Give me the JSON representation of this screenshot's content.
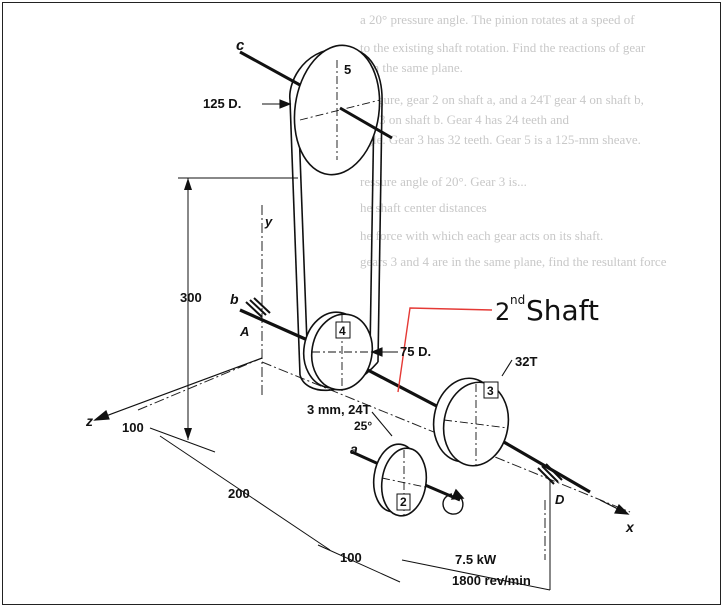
{
  "figure": {
    "labels": {
      "pulley_top_diameter": "125 D.",
      "pulley_bottom_diameter": "75 D.",
      "gear_4_spec": "3 mm, 24T",
      "pressure_angle": "25°",
      "gear_3_teeth": "32T",
      "gear_5": "5",
      "gear_4": "4",
      "gear_3": "3",
      "gear_2": "2",
      "axis_y": "y",
      "axis_z": "z",
      "axis_x": "x",
      "shaft_a": "a",
      "shaft_b": "b",
      "shaft_c": "c",
      "bearing_a": "A",
      "bearing_d": "D",
      "dim_height": "300",
      "dim_z": "100",
      "dim_200": "200",
      "dim_100_bottom": "100",
      "power": "7.5 kW",
      "speed": "1800 rev/min"
    },
    "annotation": {
      "text_main": "2",
      "text_super": "nd",
      "text_tail": "Shaft",
      "color": "#e53935"
    },
    "background_text": [
      "a 20° pressure angle. The pinion rotates at a speed of",
      "to the existing shaft rotation. Find the reactions of gear",
      "e in the same plane.",
      "e figure, gear 2 on shaft a, and a 24T gear 4 on shaft b,",
      "ear 3 on shaft b. Gear 4 has 24 teeth and",
      "ngle. Gear 3 has 32 teeth. Gear 5 is a 125-mm sheave.",
      "ressure angle of 20°. Gear 3 is...",
      "he shaft center distances",
      "he force with which each gear acts on its shaft.",
      "gears 3 and 4 are in the same plane, find the resultant force"
    ]
  }
}
